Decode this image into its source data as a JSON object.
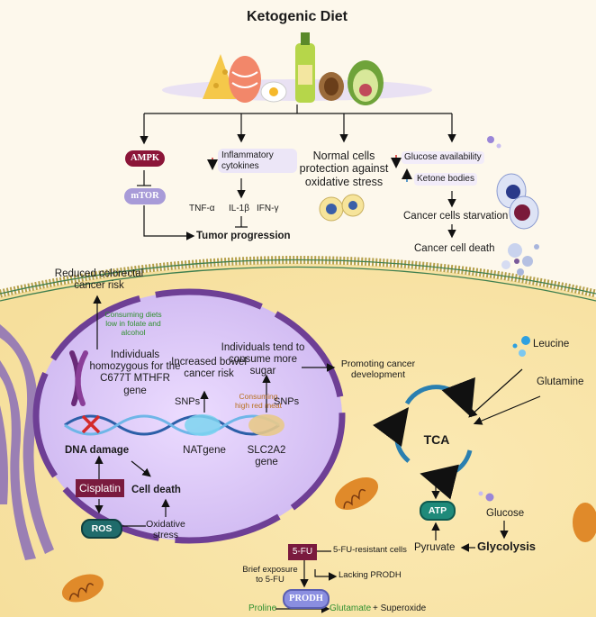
{
  "title": "Ketogenic Diet",
  "ampk_pathway": {
    "ampk": "AMPK",
    "mtor": "mTOR"
  },
  "inflammation": {
    "label": "Inflammatory cytokines",
    "tnf": "TNF-α",
    "il1b": "IL-1β",
    "ifng": "IFN-γ",
    "tumor": "Tumor progression"
  },
  "normal_cells": "Normal cells protection against oxidative stress",
  "glucose_panel": {
    "glucose_availability": "Glucose availability",
    "ketone_bodies": "Ketone bodies",
    "starvation": "Cancer cells starvation",
    "death": "Cancer cell death"
  },
  "nucleus": {
    "reduced_risk": "Reduced colorectal cancer risk",
    "folate_note": "Consuming diets low in folate and alcohol",
    "individuals_homozygous": "Individuals homozygous for the C677T MTHFR gene",
    "increased_risk": "Increased bowel cancer risk",
    "snps_left": "SNPs",
    "red_meat": "Consuming high red meat",
    "snps_right": "SNPs",
    "individuals_sugar": "Individuals tend to consume more sugar",
    "nat_gene": "NATgene",
    "slc_gene": "SLC2A2 gene",
    "dna_damage": "DNA damage",
    "cisplatin": "Cisplatin",
    "cell_death": "Cell death",
    "ros": "ROS",
    "oxidative_stress": "Oxidative stress"
  },
  "promoting": "Promoting cancer development",
  "metabolism": {
    "leucine": "Leucine",
    "glutamine": "Glutamine",
    "tca": "TCA",
    "atp": "ATP",
    "glucose": "Glucose",
    "pyruvate": "Pyruvate",
    "glycolysis": "Glycolysis"
  },
  "fu_pathway": {
    "fu": "5-FU",
    "resistant": "5-FU-resistant cells",
    "brief_exposure": "Brief exposure to 5-FU",
    "lacking": "Lacking PRODH",
    "prodh": "PRODH",
    "proline": "Proline",
    "glutamate": "Glutamate",
    "superoxide": "+ Superoxide"
  },
  "colors": {
    "ampk": "#8b1538",
    "mtor": "#a89bd8",
    "cisplatin": "#7a1a3e",
    "ros": "#1f6b6b",
    "fu": "#7a1a3e",
    "prodh": "#8a8ee0",
    "atp": "#1f8a7a",
    "tca": "#2a7fb0",
    "nucleus": "#d9c8f5",
    "membrane": "#c9b46a"
  }
}
